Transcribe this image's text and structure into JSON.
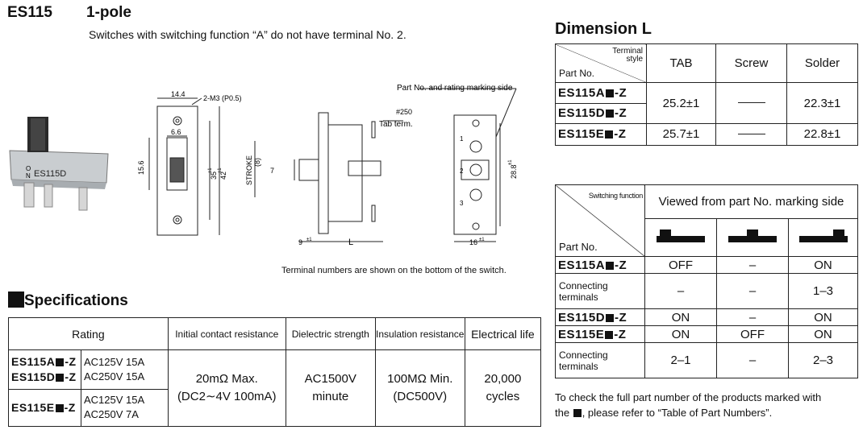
{
  "header": {
    "model": "ES115",
    "pole": "1-pole",
    "note": "Switches with switching function “A” do not have terminal No. 2."
  },
  "drawing": {
    "photo_label": "ES115D",
    "photo_letters": [
      "O",
      "N"
    ],
    "dim_14_4": "14.4",
    "dim_2m3": "2-M3 (P0.5)",
    "dim_6_6": "6.6",
    "dim_15_6": "15.6",
    "dim_35": "35",
    "dim_35_tol": "±1",
    "dim_42": "42",
    "dim_42_tol": "±1",
    "stroke": "STROKE",
    "stroke_val": "(8)",
    "dim_7": "7",
    "hash_250": "#250",
    "tab_term": "Tab term.",
    "marking_side": "Part No. and rating marking side",
    "dim_9": "9",
    "dim_9_tol": "±1",
    "dim_L": "L",
    "dim_16": "16",
    "dim_16_tol": "±1",
    "dim_28_8": "28.8",
    "dim_28_8_tol": "±1",
    "term_1": "1",
    "term_2": "2",
    "term_3": "3",
    "terminal_note": "Terminal numbers are shown on the bottom of the switch."
  },
  "specifications": {
    "title": "Specifications",
    "headers": [
      "Rating",
      "Initial contact resistance",
      "Dielectric strength",
      "Insulation resistance",
      "Electrical life"
    ],
    "row1_parts": [
      "ES115A",
      "-Z",
      "ES115D",
      "-Z"
    ],
    "row1_ratings": [
      "AC125V 15A",
      "AC250V 15A"
    ],
    "row2_part": [
      "ES115E",
      "-Z"
    ],
    "row2_ratings": [
      "AC125V 15A",
      "AC250V   7A"
    ],
    "contact_resistance": [
      "20mΩ  Max.",
      "(DC2∼4V 100mA)"
    ],
    "dielectric": [
      "AC1500V",
      "minute"
    ],
    "insulation": [
      "100MΩ  Min.",
      "(DC500V)"
    ],
    "life": [
      "20,000",
      "cycles"
    ]
  },
  "dimension_l": {
    "title": "Dimension L",
    "corner_top": [
      "Terminal",
      "style"
    ],
    "corner_bottom": "Part No.",
    "cols": [
      "TAB",
      "Screw",
      "Solder"
    ],
    "rows": [
      {
        "part": "ES115A",
        "suffix": "-Z"
      },
      {
        "part": "ES115D",
        "suffix": "-Z"
      },
      {
        "part": "ES115E",
        "suffix": "-Z"
      }
    ],
    "tab_ad": "25.2±1",
    "solder_ad": "22.3±1",
    "tab_e": "25.7±1",
    "solder_e": "22.8±1"
  },
  "switching": {
    "corner_top": "Switching function",
    "corner_bottom": "Part No.",
    "viewed": "Viewed from part No. marking side",
    "a_part": [
      "ES115A",
      "-Z"
    ],
    "a_vals": [
      "OFF",
      "–",
      "ON"
    ],
    "conn_label": "Connecting terminals",
    "a_conn": [
      "–",
      "–",
      "1–3"
    ],
    "d_part": [
      "ES115D",
      "-Z"
    ],
    "d_vals": [
      "ON",
      "–",
      "ON"
    ],
    "e_part": [
      "ES115E",
      "-Z"
    ],
    "e_vals": [
      "ON",
      "OFF",
      "ON"
    ],
    "de_conn": [
      "2–1",
      "–",
      "2–3"
    ]
  },
  "footnote": [
    "To check the full part number of the products marked with",
    "the",
    ", please refer to “Table of Part Numbers”."
  ]
}
